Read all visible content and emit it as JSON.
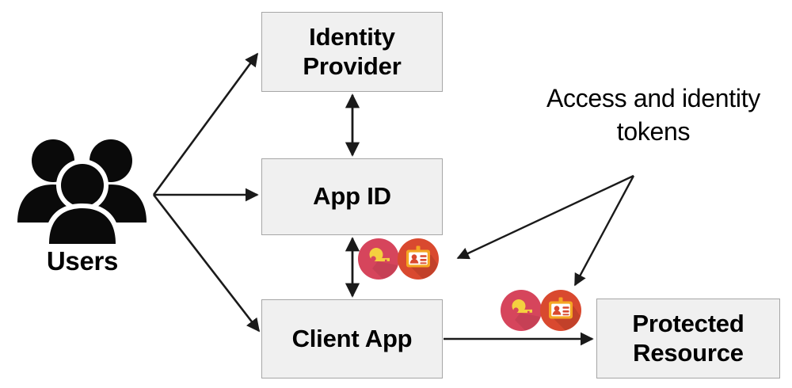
{
  "diagram": {
    "title_text_present": false,
    "nodes": {
      "users": {
        "label": "Users",
        "icon": "users-group-icon"
      },
      "identity_provider": {
        "label": "Identity Provider"
      },
      "app_id": {
        "label": "App ID"
      },
      "client_app": {
        "label": "Client App"
      },
      "protected_resource": {
        "label": "Protected Resource"
      }
    },
    "annotations": {
      "tokens_label": "Access and identity tokens"
    },
    "token_icons": [
      {
        "name": "access-token-key-icon",
        "semantic": "key-icon",
        "circle_color": "#d6455c",
        "glyph_color": "#f4d03f"
      },
      {
        "name": "identity-token-badge-icon",
        "semantic": "id-badge-icon",
        "circle_color": "#d9492f",
        "glyph_color": "#f5a623"
      }
    ],
    "colors": {
      "box_fill": "#f0f0f0",
      "box_border": "#a6a6a6",
      "arrow": "#1a1a1a",
      "text": "#000000",
      "background": "#ffffff"
    },
    "edges": [
      {
        "from": "users",
        "to": "identity_provider",
        "direction": "one-way"
      },
      {
        "from": "users",
        "to": "app_id",
        "direction": "one-way"
      },
      {
        "from": "users",
        "to": "client_app",
        "direction": "one-way"
      },
      {
        "from": "identity_provider",
        "to": "app_id",
        "direction": "two-way"
      },
      {
        "from": "app_id",
        "to": "client_app",
        "direction": "two-way"
      },
      {
        "from": "client_app",
        "to": "protected_resource",
        "direction": "one-way"
      },
      {
        "from": "tokens_label",
        "to": "token-pair-appid",
        "direction": "one-way"
      },
      {
        "from": "tokens_label",
        "to": "token-pair-resource",
        "direction": "one-way"
      }
    ]
  }
}
